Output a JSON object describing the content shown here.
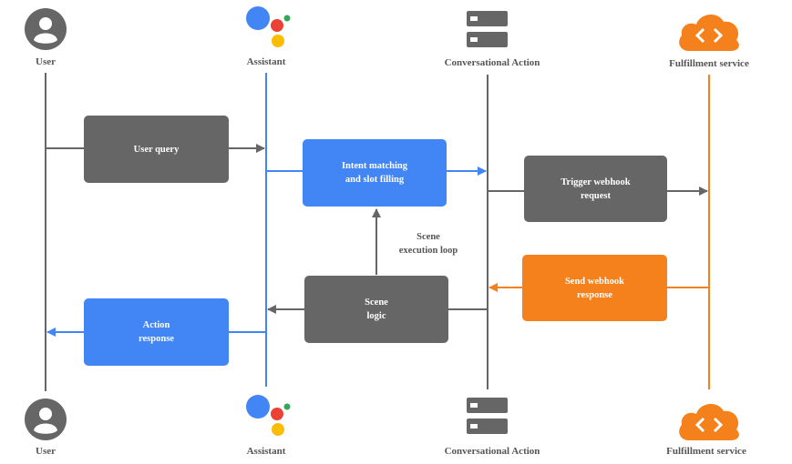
{
  "actors": {
    "user": "User",
    "assistant": "Assistant",
    "action": "Conversational Action",
    "fulfillment": "Fulfillment service"
  },
  "boxes": {
    "user_query": [
      "User query"
    ],
    "intent_matching": [
      "Intent matching",
      "and slot filling"
    ],
    "trigger_webhook": [
      "Trigger webhook",
      "request"
    ],
    "send_webhook": [
      "Send webhook",
      "response"
    ],
    "scene_logic": [
      "Scene",
      "logic"
    ],
    "action_response": [
      "Action",
      "response"
    ]
  },
  "loop_label": [
    "Scene",
    "execution loop"
  ],
  "colors": {
    "user": "#666666",
    "assistant": "#4285f4",
    "action": "#666666",
    "fulfillment": "#f5811d",
    "google_red": "#ea4335",
    "google_yellow": "#fbbc04",
    "google_green": "#34a853"
  },
  "icons": {
    "user": "person-icon",
    "assistant": "google-assistant-icon",
    "action": "server-icon",
    "fulfillment": "cloud-code-icon"
  }
}
